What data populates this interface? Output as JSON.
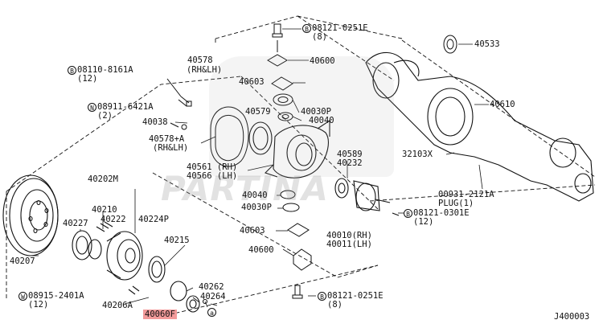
{
  "watermark": "PARTINA",
  "highlight_color": "#f29a9a",
  "labels": {
    "b_08121_0251E_top": {
      "prefix": "B",
      "part": "08121-0251E",
      "qty": "(8)"
    },
    "p40533": "40533",
    "p40600_top": "40600",
    "p40578": "40578",
    "p40578_sub": "(RH&LH)",
    "b_08110_8161A": {
      "prefix": "B",
      "part": "08110-8161A",
      "qty": "(12)"
    },
    "p40603_top": "40603",
    "p40610": "40610",
    "n_08911_6421A": {
      "prefix": "N",
      "part": "08911-6421A",
      "qty": "(2)"
    },
    "p40579": "40579",
    "p40030P_top": "40030P",
    "p40040_top": "40040",
    "p40038": "40038",
    "p40578A": "40578+A",
    "p40578A_sub": "(RH&LH)",
    "p32103X": "32103X",
    "p40589": "40589",
    "p40232": "40232",
    "p40561": "40561 (RH)",
    "p40566": "40566 (LH)",
    "p40202M": "40202M",
    "p40040_mid": "40040",
    "p40030P_mid": "40030P",
    "p00931": "00931-2121A",
    "p00931_sub": "PLUG(1)",
    "p40210": "40210",
    "b_08121_0301E": {
      "prefix": "B",
      "part": "08121-0301E",
      "qty": "(12)"
    },
    "p40227": "40227",
    "p40222": "40222",
    "p40224P": "40224P",
    "p40603_bot": "40603",
    "p40010": "40010(RH)",
    "p40011": "40011(LH)",
    "p40215": "40215",
    "p40600_bot": "40600",
    "p40207": "40207",
    "p40262": "40262",
    "p40264": "40264",
    "w_08915_2401A": {
      "prefix": "W",
      "part": "08915-2401A",
      "qty": "(12)"
    },
    "b_08121_0251E_bot": {
      "prefix": "B",
      "part": "08121-0251E",
      "qty": "(8)"
    },
    "p40206A": "40206A",
    "p40060F": "40060F",
    "ref_a": "a",
    "ref_code": "J400003"
  }
}
